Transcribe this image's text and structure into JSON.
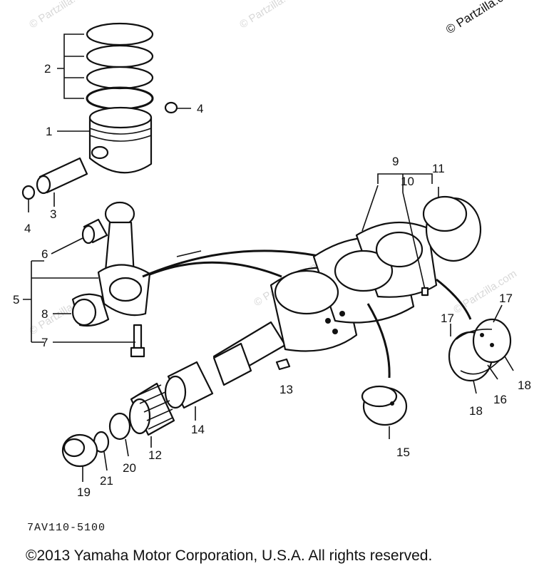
{
  "watermarks": {
    "corner": "© Partzilla.com",
    "faint": "© Partzilla.com"
  },
  "callouts": {
    "c1": "1",
    "c2": "2",
    "c3": "3",
    "c4a": "4",
    "c4b": "4",
    "c5": "5",
    "c6": "6",
    "c7": "7",
    "c8": "8",
    "c9": "9",
    "c10": "10",
    "c11": "11",
    "c12": "12",
    "c13": "13",
    "c14": "14",
    "c15": "15",
    "c16": "16",
    "c17a": "17",
    "c17b": "17",
    "c18a": "18",
    "c18b": "18",
    "c19": "19",
    "c20": "20",
    "c21": "21"
  },
  "diagram_code": "7AV110-5100",
  "copyright": "©2013 Yamaha Motor Corporation, U.S.A. All rights reserved."
}
